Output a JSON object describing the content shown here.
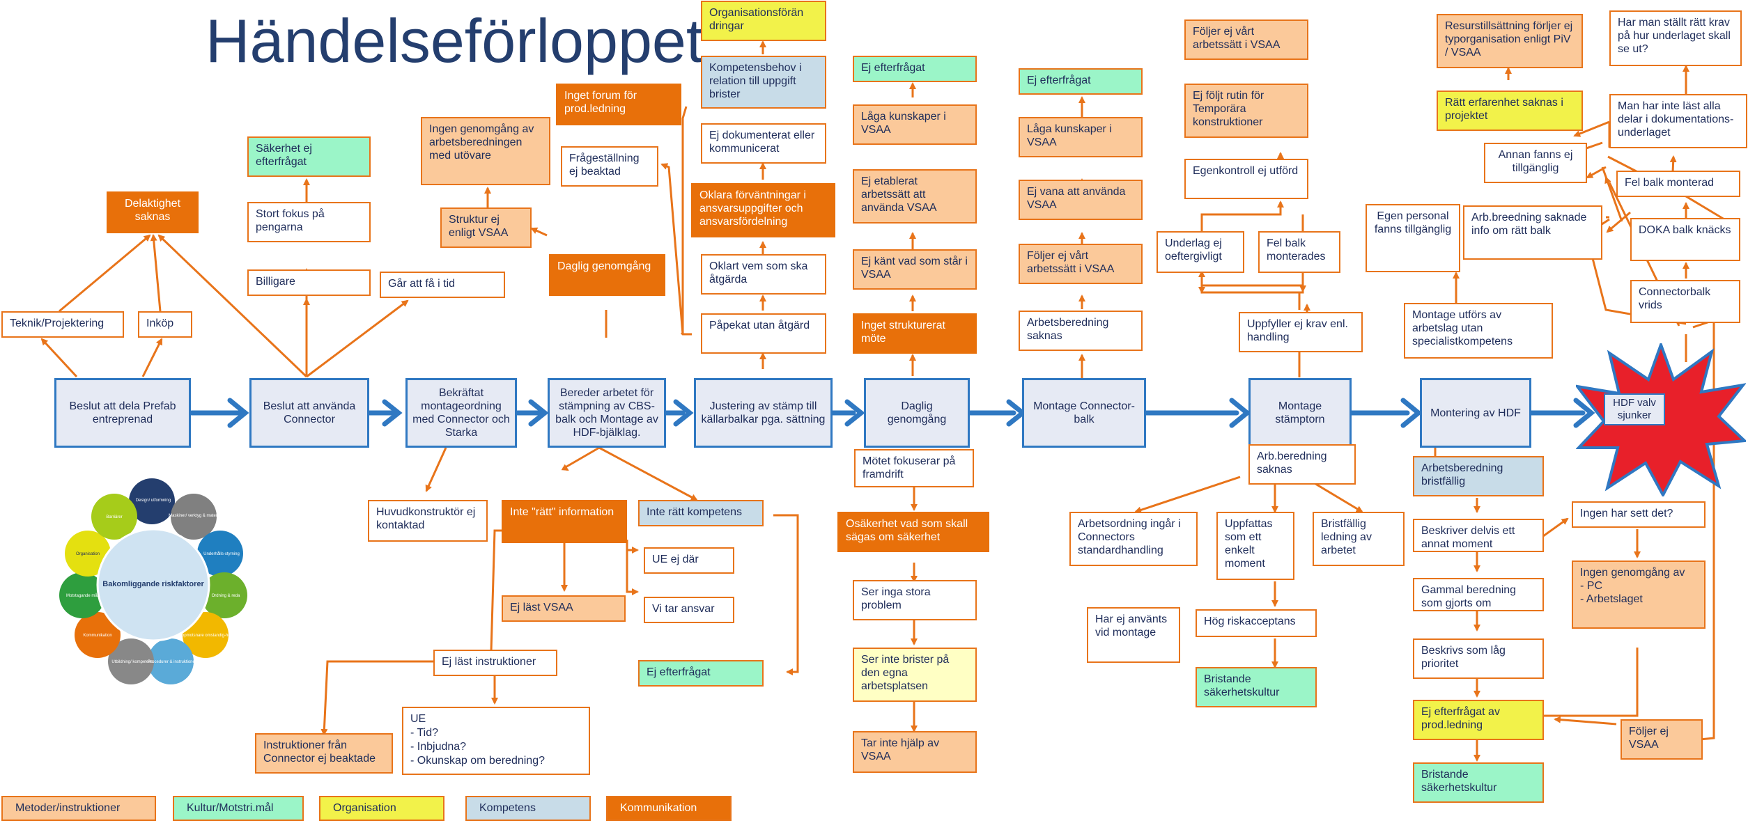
{
  "title": "Händelseförloppet",
  "colors": {
    "accent_blue": "#2f78c2",
    "orange": "#e8741a",
    "dark_orange": "#e8700a",
    "peach": "#fbc99a",
    "mint": "#9bf5c8",
    "yellow": "#f2f24a",
    "light_blue": "#c8dce8",
    "process_fill": "#e6eaf4",
    "title": "#243e6e"
  },
  "process": {
    "p1": "Beslut att dela Prefab entreprenad",
    "p2": "Beslut att använda Connector",
    "p3": "Bekräftat montageordning med Connector och Starka",
    "p4": "Bereder arbetet för stämpning av CBS-balk och Montage av HDF-bjälklag.",
    "p5": "Justering av stämp till källarbalkar pga. sättning",
    "p6": "Daglig genomgång",
    "p7": "Montage Connector-balk",
    "p8": "Montage stämptorn",
    "p9": "Montering av HDF",
    "p10": "HDF valv sjunker"
  },
  "boxes": {
    "b01": "Teknik/Projektering",
    "b02": "Inköp",
    "b03": "Delaktighet saknas",
    "b04": "Säkerhet ej efterfrågat",
    "b05": "Stort fokus på pengarna",
    "b06": "Billigare",
    "b07": "Går att få i tid",
    "b08": "Ingen genomgång av arbetsberedningen med utövare",
    "b09": "Struktur ej enligt VSAA",
    "b10": "Daglig genomgång",
    "b11": "Inget forum för prod.ledning",
    "b12": "Frågeställning ej beaktad",
    "b13": "Organisationsförän dringar",
    "b14": "Kompetensbehov i relation till uppgift brister",
    "b15": "Ej dokumenterat eller kommunicerat",
    "b16": "Oklara förväntningar i ansvarsuppgifter och ansvarsfördelning",
    "b17": "Oklart vem som ska åtgärda",
    "b18": "Påpekat utan åtgärd",
    "b19": "Ej efterfrågat",
    "b20": "Låga kunskaper i VSAA",
    "b21": "Ej etablerat arbetssätt att använda VSAA",
    "b22": "Ej känt vad som står i VSAA",
    "b23": "Inget strukturerat möte",
    "b24": "Ej efterfrågat",
    "b25": "Låga kunskaper i VSAA",
    "b26": "Ej vana att använda VSAA",
    "b27": "Följer ej vårt arbetssätt i VSAA",
    "b28": "Arbetsberedning saknas",
    "b29": "Följer ej vårt arbetssätt i VSAA",
    "b30": "Ej följt rutin för Temporära konstruktioner",
    "b31": "Egenkontroll ej utförd",
    "b32": "Underlag ej oeftergivligt",
    "b33": "Fel balk monterades",
    "b34": "Uppfyller ej krav enl. handling",
    "b35": "Egen personal fanns tillgänglig",
    "b36": "Montage utförs av arbetslag utan specialistkompetens",
    "b37": "Resurstillsättning förljer ej typorganisation enligt PiV / VSAA",
    "b38": "Rätt erfarenhet saknas i projektet",
    "b39": "Har man ställt rätt krav på hur underlaget skall se ut?",
    "b40": "Man har inte läst alla delar i dokumentations-underlaget",
    "b41": "Annan fanns ej tillgänglig",
    "b42": "Fel balk monterad",
    "b43": "Arb.breedning saknade info om rätt balk",
    "b44": "DOKA balk knäcks",
    "b45": "Connectorbalk vrids",
    "b46": "Huvudkonstruktör ej kontaktad",
    "b47": "Inte \"rätt\" information",
    "b48": "Inte rätt kompetens",
    "b49": "UE ej där",
    "b50": "Ej läst VSAA",
    "b51": "Vi tar ansvar",
    "b52": "Ej efterfrågat",
    "b53": "Ej läst instruktioner",
    "b54": "Instruktioner från Connector ej beaktade",
    "b55": "UE\n-      Tid?\n-      Inbjudna?\n-      Okunskap om beredning?",
    "b56": "Mötet fokuserar på framdrift",
    "b57": "Osäkerhet vad som skall sägas om säkerhet",
    "b58": "Ser inga stora problem",
    "b59": "Ser inte brister på den egna arbetsplatsen",
    "b60": "Tar inte hjälp av VSAA",
    "b61": "Arb.beredning saknas",
    "b62": "Arbetsordning ingår i Connectors standardhandling",
    "b63": "Uppfattas som ett enkelt moment",
    "b64": "Bristfällig ledning av arbetet",
    "b65": "Har ej använts vid montage",
    "b66": "Hög riskacceptans",
    "b67": "Bristande säkerhetskultur",
    "b68": "Arbetsberedning bristfällig",
    "b69": "Beskriver delvis ett annat moment",
    "b70": "Ingen har sett det?",
    "b71": "Ingen genomgång av\n- PC\n- Arbetslaget",
    "b72": "Gammal beredning som gjorts om",
    "b73": "Beskrivs som låg prioritet",
    "b74": "Ej efterfrågat av prod.ledning",
    "b75": "Följer ej VSAA",
    "b76": "Bristande säkerhetskultur"
  },
  "wheel": {
    "center": "Bakomliggande riskfaktorer",
    "segments": [
      "Design/ utformning",
      "Maskiner/ verktyg & material",
      "Underhålls-styrning",
      "Ordning & reda",
      "Oppmotsnare omstandig-heter",
      "Procedurer & instruktioner",
      "Utbildning/ kompetens",
      "Kommunikation",
      "Motstagande mål",
      "Organisation",
      "Barriärer"
    ]
  },
  "legend": [
    "Metoder/instruktioner",
    "Kultur/Motstri.mål",
    "Organisation",
    "Kompetens",
    "Kommunikation"
  ]
}
